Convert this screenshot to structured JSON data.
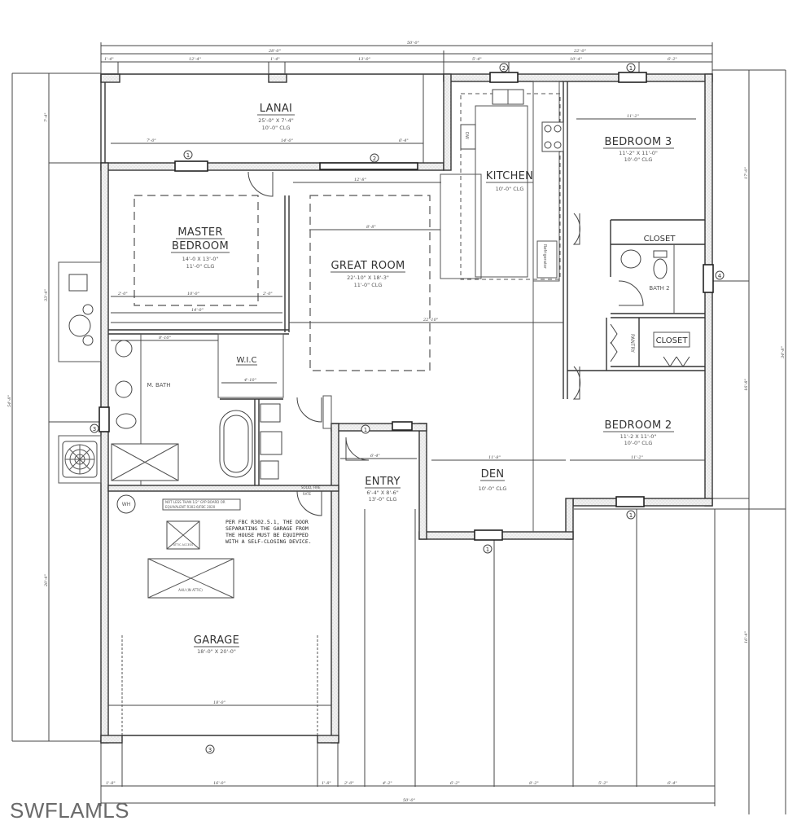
{
  "watermark": "SWFLAMLS",
  "rooms": {
    "lanai": {
      "name": "LANAI",
      "size": "25'-0\" X 7'-4\"",
      "ceiling": "10'-0\" CLG"
    },
    "kitchen": {
      "name": "KITCHEN",
      "ceiling": "10'-0\" CLG"
    },
    "bedroom3": {
      "name": "BEDROOM 3",
      "size": "11'-2\" X 11'-0\"",
      "ceiling": "10'-0\" CLG"
    },
    "master": {
      "name_line1": "MASTER",
      "name_line2": "BEDROOM",
      "size": "14'-0 X 13'-0\"",
      "ceiling": "11'-0\" CLG"
    },
    "great_room": {
      "name": "GREAT ROOM",
      "size": "22'-10\" X 18'-3\"",
      "ceiling": "11'-0\" CLG"
    },
    "closet_upper": {
      "name": "CLOSET"
    },
    "bath2": {
      "name": "BATH 2"
    },
    "pantry": {
      "name": "PANTRY"
    },
    "closet_lower": {
      "name": "CLOSET"
    },
    "wic": {
      "name": "W.I.C"
    },
    "m_bath": {
      "name": "M. BATH"
    },
    "bedroom2": {
      "name": "BEDROOM 2",
      "size": "11'-2 X 11'-0\"",
      "ceiling": "10'-0\" CLG"
    },
    "entry": {
      "name": "ENTRY",
      "size": "6'-4\" X 8'-6\"",
      "ceiling": "13'-0\" CLG"
    },
    "den": {
      "name": "DEN",
      "ceiling": "10'-0\" CLG"
    },
    "garage": {
      "name": "GARAGE",
      "size": "18'-0\" X 20'-0\""
    }
  },
  "fixtures": {
    "dw": "DW",
    "refrigerator": "Refrigerator",
    "water_heater": "WH",
    "attic_access": "ATTIC ACCESS",
    "ahu": "AHU (IN ATTIC)"
  },
  "notes": {
    "garage_door_code": [
      "PER FBC R302.5.1, THE DOOR",
      "SEPARATING THE GARAGE FROM",
      "THE HOUSE MUST BE EQUIPPED",
      "WITH A SELF-CLOSING DEVICE."
    ],
    "gyp_board": [
      "NOT LESS THAN 1/2\" GYP BOARD OR",
      "EQUIVALENT R302.6/FBC 2020"
    ],
    "fire_rated": [
      "SOLID, FIRE",
      "RATE"
    ]
  },
  "window_tags": [
    "1",
    "2",
    "2",
    "1",
    "1",
    "4",
    "3",
    "1",
    "1",
    "1",
    "3"
  ],
  "dimensions": {
    "top_overall": "50'-0\"",
    "top_left": "28'-0\"",
    "top_right": "22'-0\"",
    "top_segments": [
      "1'-4\"",
      "12'-4\"",
      "1'-4\"",
      "13'-0\"",
      "5'-4\"",
      "10'-4\"",
      "6'-2\""
    ],
    "lanai_segments": [
      "7'-0\"",
      "14'-0\"",
      "6'-4\""
    ],
    "bottom_overall": "50'-0\"",
    "bottom_segments": [
      "1'-8\"",
      "16'-0\"",
      "1'-8\"",
      "2'-0\"",
      "4'-2\"",
      "6'-2\"",
      "8'-2\"",
      "8'-2\"",
      "5'-2\"",
      "6'-4\""
    ],
    "left_overall": "54'-8\"",
    "left_lanai": "7'-4\"",
    "left_upper": "33'-4\"",
    "left_garage": "20'-4\"",
    "right_overall": "34'-8\"",
    "right_upper": "17'-0\"",
    "right_lower": "16'-8\"",
    "right_bottom": "16'-4\"",
    "bedroom3_width": "11'-2\"",
    "bedroom2_width": "11'-2\"",
    "master_row": [
      "2'-0\"",
      "10'-0\"",
      "2'-0\""
    ],
    "master_width": "14'-0\"",
    "great_room_top": "12'-8\"",
    "great_room_mid": "8'-8\"",
    "great_room_width": "22'-10\"",
    "den_width": "11'-8\"",
    "garage_width": "18'-0\"",
    "entry_width": "6'-4\"",
    "wic_width": "4'-10\"",
    "m_bath_width": "8'-10\""
  }
}
